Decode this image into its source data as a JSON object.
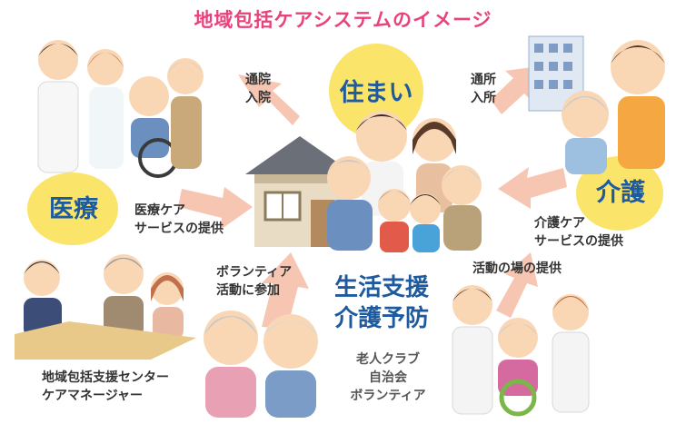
{
  "title": "地域包括ケアシステムのイメージ",
  "nodes": {
    "housing": "住まい",
    "medical": "医療",
    "care": "介護",
    "prevention_line1": "生活支援",
    "prevention_line2": "介護予防"
  },
  "labels": {
    "hospital_visit": [
      "通院",
      "入院"
    ],
    "daycare_visit": [
      "通所",
      "入所"
    ],
    "medical_service": [
      "医療ケア",
      "サービスの提供"
    ],
    "care_service": [
      "介護ケア",
      "サービスの提供"
    ],
    "volunteer": [
      "ボランティア",
      "活動に参加"
    ],
    "activity_place": "活動の場の提供",
    "center": [
      "地域包括支援センター",
      "ケアマネージャー"
    ],
    "community": [
      "老人クラブ",
      "自治会",
      "ボランティア"
    ]
  },
  "colors": {
    "title": "#e8427c",
    "node_text": "#1e5a9e",
    "circle": "#fbe46a",
    "arrow": "#f7c6b3"
  }
}
